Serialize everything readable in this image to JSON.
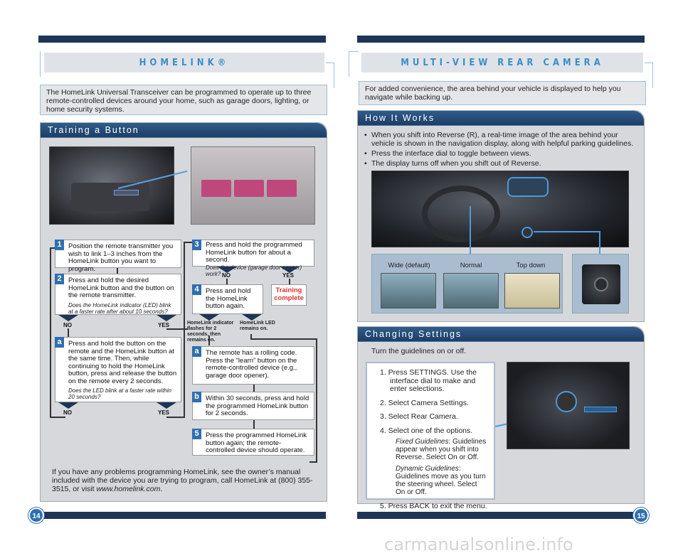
{
  "left": {
    "header": "HOMELINK®",
    "intro": "The HomeLink Universal Transceiver can be programmed to operate up to three remote-controlled devices around your home, such as garage doors, lighting, or home security systems.",
    "panel_title": "Training a Button",
    "steps": {
      "s1": {
        "num": "1",
        "text": "Position the remote transmitter you wish to link 1–3 inches from the HomeLink button you want to program."
      },
      "s2": {
        "num": "2",
        "text": "Press and hold the desired HomeLink button and the button on the remote transmitter.",
        "note": "Does the HomeLink indicator (LED) blink at a faster rate after about 10 seconds?"
      },
      "sa": {
        "num": "a",
        "text": "Press and hold the button on the remote and the HomeLink button at the same time. Then, while continuing to hold the HomeLink button, press and release the button on the remote every 2 seconds.",
        "note": "Does the LED blink at a faster rate within 20 seconds?"
      },
      "s3": {
        "num": "3",
        "text": "Press and hold the programmed HomeLink button for about a second.",
        "note": "Does the device (garage door opener) work?"
      },
      "s4": {
        "num": "4",
        "text": "Press and hold the HomeLink button again."
      },
      "training": "Training complete",
      "led_flash": "HomeLink indicator flashes for 2 seconds, then remains on.",
      "led_on": "HomeLink LED remains on.",
      "sa2": {
        "num": "a",
        "text": "The remote has a rolling code. Press the “learn” button on the remote-controlled device (e.g., garage door opener)."
      },
      "sb": {
        "num": "b",
        "text": "Within 30 seconds, press and hold the programmed HomeLink button for 2 seconds."
      },
      "s5": {
        "num": "5",
        "text": "Press the programmed HomeLink button again; the remote-controlled device should operate."
      }
    },
    "labels": {
      "no": "NO",
      "yes": "YES"
    },
    "footer_text": "If you have any problems programming HomeLink, see the owner’s manual included with the device you are trying to program, call HomeLink at (800) 355-3515, or visit ",
    "footer_link": "www.homelink.com",
    "page": "14"
  },
  "right": {
    "header": "MULTI-VIEW REAR CAMERA",
    "intro": "For added convenience, the area behind your vehicle is displayed to help you navigate while backing up.",
    "how_title": "How It Works",
    "bullets": [
      "When you shift into Reverse (R), a real-time image of the area behind your vehicle is shown in the navigation display, along with helpful parking guidelines.",
      "Press the interface dial to toggle between views.",
      "The display turns off when you shift out of Reverse."
    ],
    "views": [
      "Wide (default)",
      "Normal",
      "Top down"
    ],
    "change_title": "Changing Settings",
    "change_intro": "Turn the guidelines on or off.",
    "steps": [
      "1. Press SETTINGS. Use the interface dial to make and enter selections.",
      "2. Select Camera Settings.",
      "3. Select Rear Camera.",
      "4. Select one of the options."
    ],
    "fixed_label": "Fixed Guidelines",
    "fixed_text": ": Guidelines appear when you shift into Reverse. Select On or Off.",
    "dynamic_label": "Dynamic Guidelines",
    "dynamic_text": ": Guidelines move as you turn the steering wheel. Select On or Off.",
    "step5": "5. Press BACK to exit the menu.",
    "page": "15"
  },
  "watermark": "carmanualsonline.info",
  "colors": {
    "navy": "#1e3556",
    "accent": "#3a8fc6",
    "step_blue": "#2f6fb0",
    "red": "#d9312b"
  }
}
